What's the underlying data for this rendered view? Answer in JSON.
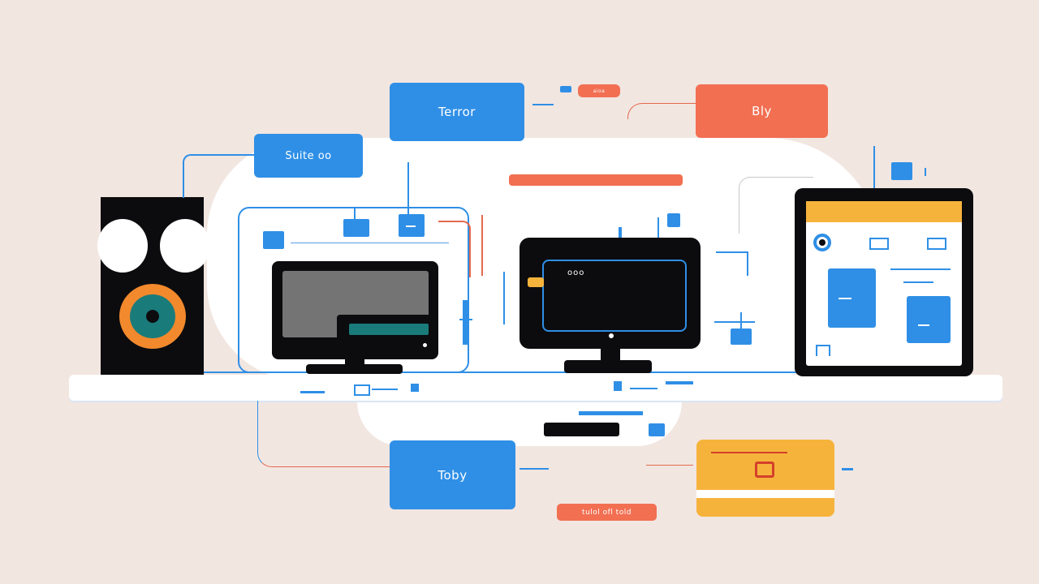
{
  "labels": {
    "terror": "Terror",
    "suite": "Suite oo",
    "bly": "Bly",
    "toby": "Toby",
    "small_top": "aioa",
    "bottom_pill": "tulol ofl told"
  },
  "screen": {
    "text": "ooo"
  },
  "colors": {
    "background": "#f2e6e1",
    "blue": "#2f8fe6",
    "orange": "#f26f52",
    "yellow": "#f6b33c",
    "black": "#0c0c0f",
    "teal": "#1a7b7b",
    "speaker_ring": "#f2892c",
    "gray_screen": "#747474"
  },
  "icons": {
    "speaker": "speaker-icon",
    "monitor": "monitor-icon",
    "tablet": "tablet-icon",
    "card": "card-icon"
  }
}
